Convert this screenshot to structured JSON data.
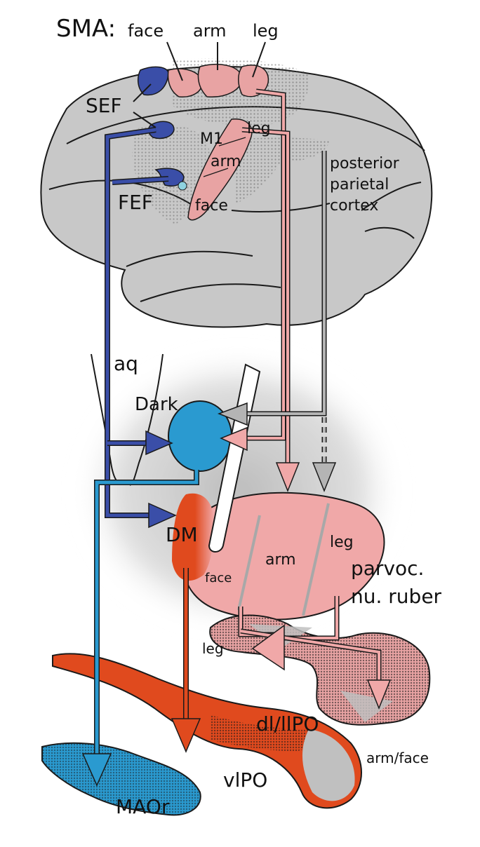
{
  "colors": {
    "cortex": "#c8c8c8",
    "motor_pink": "#e8a3a3",
    "eye_blue": "#3a4ea8",
    "dark_cyan": "#2a9ad0",
    "dm_red": "#e04a1e",
    "ruber_pink": "#f0a8a8",
    "gray_arrow": "#b4b4b4"
  },
  "labels": {
    "sma": "SMA:",
    "sma_face": "face",
    "sma_arm": "arm",
    "sma_leg": "leg",
    "sef": "SEF",
    "m1": "M1",
    "m1_leg": "leg",
    "m1_arm": "arm",
    "m1_face": "face",
    "fef": "FEF",
    "ppc_1": "posterior",
    "ppc_2": "parietal",
    "ppc_3": "cortex",
    "aq": "aq",
    "dark": "Dark",
    "dm": "DM",
    "ruber_face": "face",
    "ruber_arm": "arm",
    "ruber_leg": "leg",
    "parvoc_1": "parvoc.",
    "parvoc_2": "nu. ruber",
    "io_leg": "leg",
    "dl_llpo": "dl/llPO",
    "arm_face": "arm/face",
    "vlpo": "vlPO",
    "maor": "MAOr"
  }
}
